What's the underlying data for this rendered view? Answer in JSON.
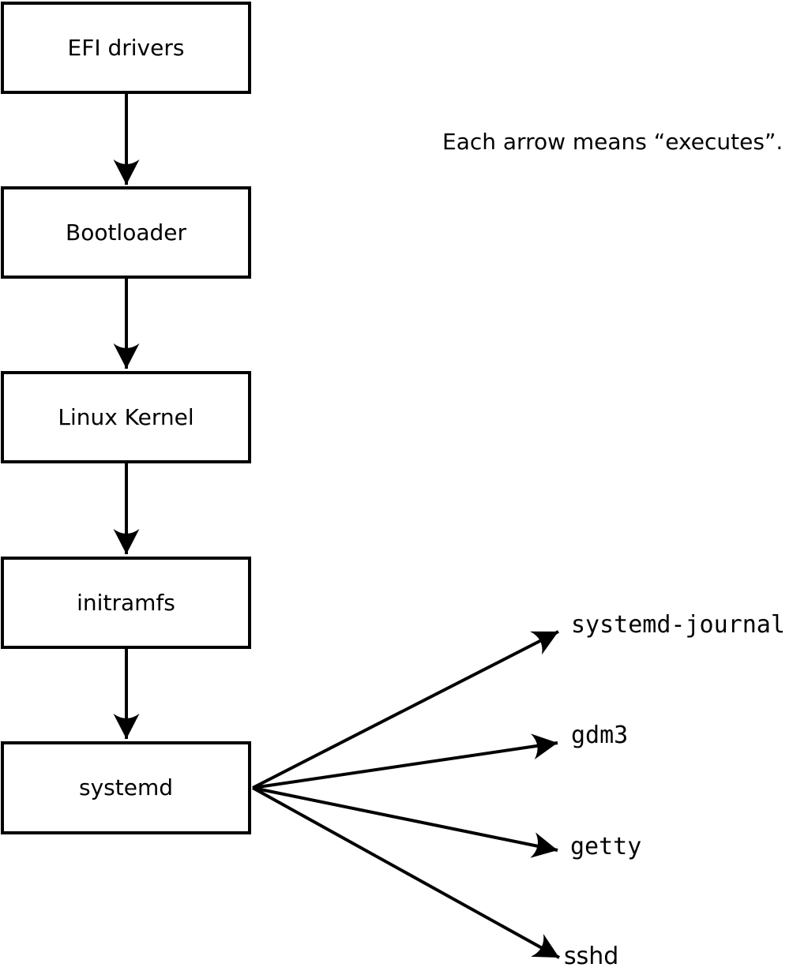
{
  "canvas": {
    "background_color": "#ffffff",
    "line_color": "#000000"
  },
  "note": {
    "text": "Each arrow means “executes”."
  },
  "chain": [
    {
      "label": "EFI drivers"
    },
    {
      "label": "Bootloader"
    },
    {
      "label": "Linux Kernel"
    },
    {
      "label": "initramfs"
    },
    {
      "label": "systemd"
    }
  ],
  "spawned": [
    {
      "label": "systemd-journal"
    },
    {
      "label": "gdm3"
    },
    {
      "label": "getty"
    },
    {
      "label": "sshd"
    }
  ]
}
